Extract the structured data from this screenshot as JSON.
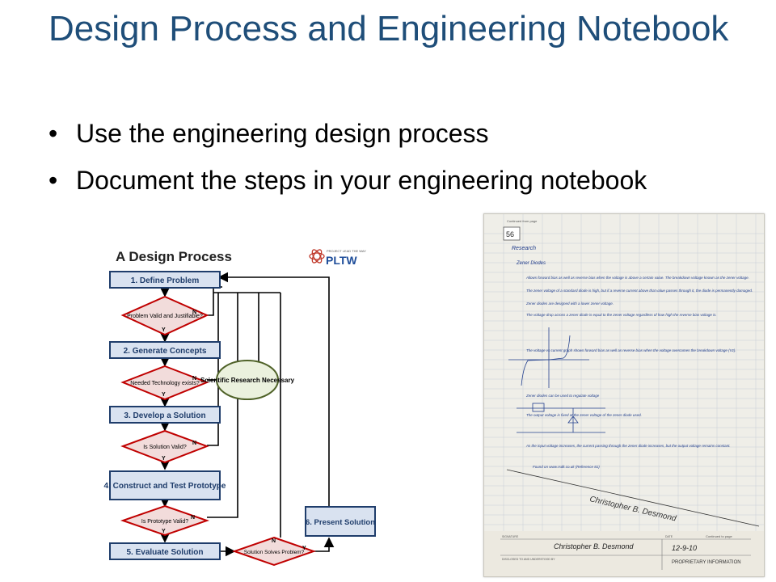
{
  "slide": {
    "title": "Design Process and Engineering Notebook",
    "bullets": [
      "Use the engineering design process",
      "Document the steps in your engineering notebook"
    ]
  },
  "diagram": {
    "title": "A Design Process",
    "logo_text": "PLTW",
    "logo_small_text": "PROJECT LEAD THE WAY",
    "steps": [
      "1. Define Problem",
      "2. Generate Concepts",
      "3. Develop a Solution",
      "4. Construct and Test Prototype",
      "5. Evaluate Solution",
      "6. Present Solution"
    ],
    "decisions": [
      "Problem Valid and Justifiable?",
      "Needed Technology exists?",
      "Is Solution Valid?",
      "Is Prototype Valid?",
      "Solution Solves Problem?"
    ],
    "research": "Scientific Research Necessary",
    "yes_label": "Y",
    "no_label": "N"
  },
  "notebook": {
    "page_number": "56",
    "continued_from": "Continued from page",
    "heading": "Research",
    "subheading": "Zener Diodes",
    "notes": [
      "Allows forward bias as well as reverse bias when the voltage is above a certain value. The breakdown voltage known as the zener voltage.",
      "The zener voltage of a standard diode is high, but if a reverse current above that value passes through it, the diode is permanently damaged.",
      "Zener diodes are designed with a lower zener voltage.",
      "The voltage drop across a zener diode is equal to the zener voltage regardless of how high the reverse bias voltage is.",
      "The voltage vs current graph shows forward bias as well as reverse bias when the voltage overcomes the breakdown voltage (Vz).",
      "Zener diodes can be used to regulate voltage",
      "The output voltage is fixed at the zener voltage of the zener diode used.",
      "As the input voltage increases, the current passing through the zener diode increases, but the output voltage remains constant.",
      "Found on www.rsdk.co.uk (Reference 81)"
    ],
    "signature": "Christopher B. Desmond",
    "date": "12-9-10",
    "signature_label": "SIGNATURE",
    "date_label": "DATE",
    "continued_to": "Continued to page",
    "disclosed_label": "DISCLOSED TO AND UNDERSTOOD BY",
    "proprietary": "PROPRIETARY INFORMATION"
  }
}
